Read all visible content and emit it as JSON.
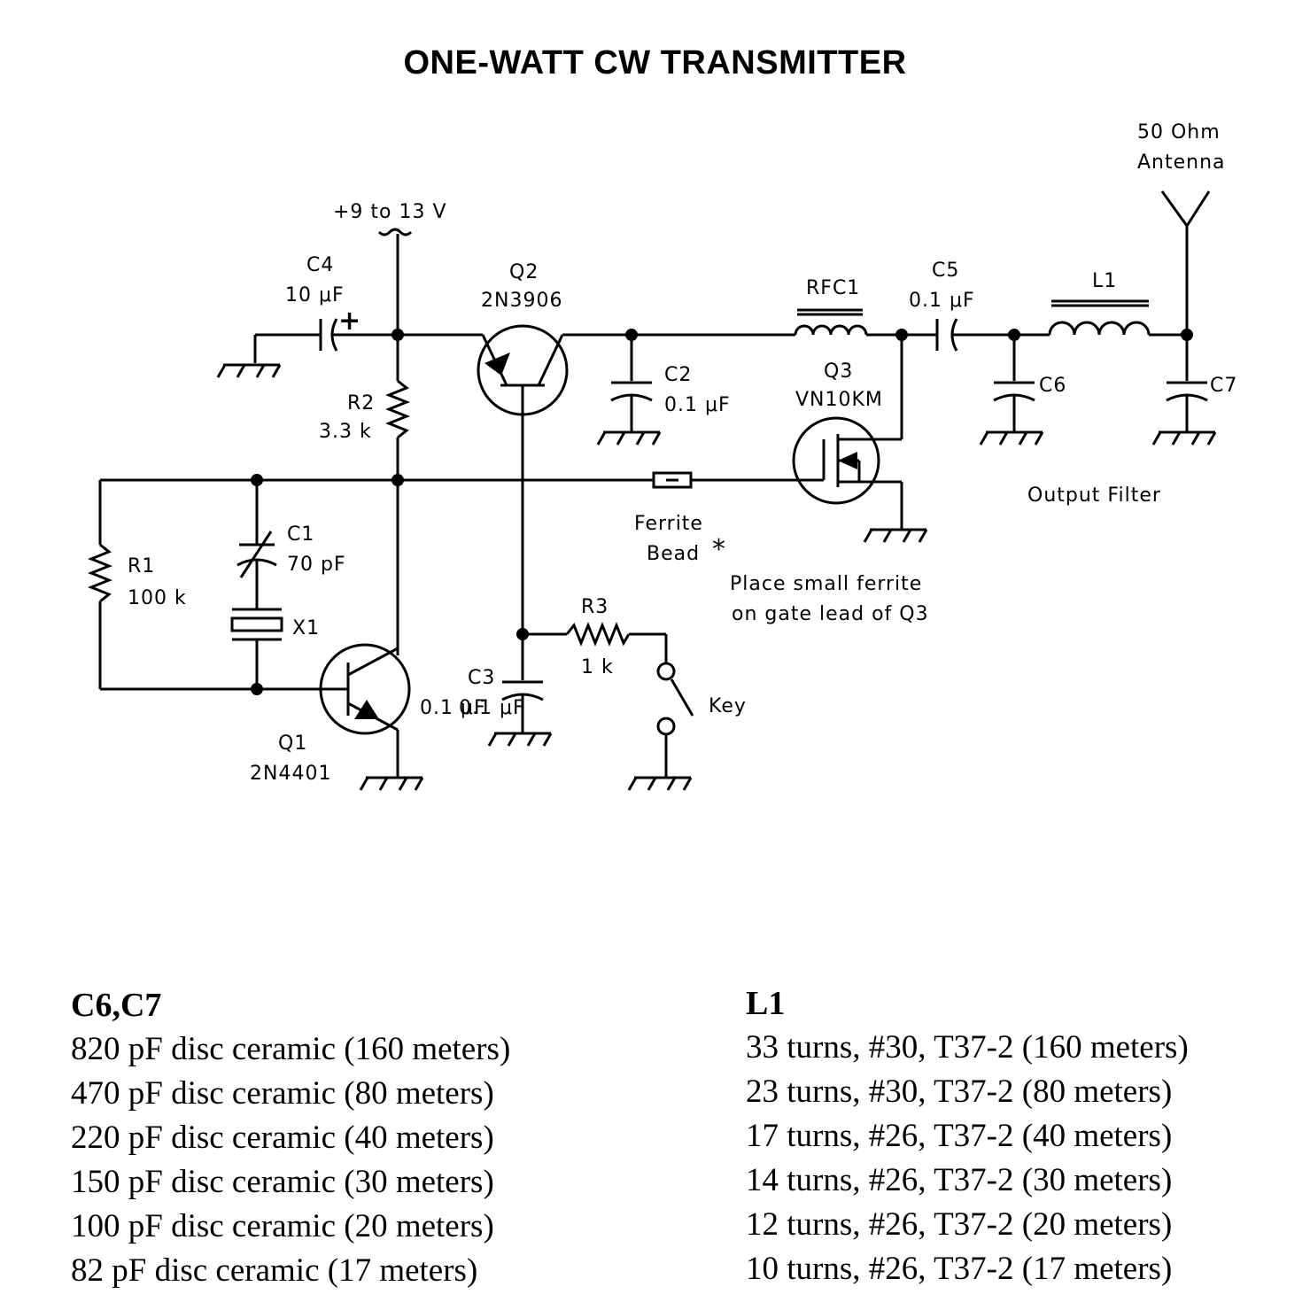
{
  "title": "ONE-WATT CW TRANSMITTER",
  "labels": {
    "supply": "+9 to 13 V",
    "antenna_1": "50 Ohm",
    "antenna_2": "Antenna",
    "c4_name": "C4",
    "c4_value": "10 μF",
    "c4_plus": "+",
    "q2_name": "Q2",
    "q2_part": "2N3906",
    "rfc1_name": "RFC1",
    "c5_name": "C5",
    "c5_value": "0.1 μF",
    "l1_name": "L1",
    "c2_name": "C2",
    "c2_value": "0.1 μF",
    "q3_name": "Q3",
    "q3_part": "VN10KM",
    "c6_name": "C6",
    "c7_name": "C7",
    "r2_name": "R2",
    "r2_value": "3.3 k",
    "output_filter": "Output Filter",
    "ferrite_1": "Ferrite",
    "ferrite_2": "Bead",
    "asterisk": "*",
    "note_1": "Place small ferrite",
    "note_2": "on gate lead of Q3",
    "c1_name": "C1",
    "c1_value": "70 pF",
    "r1_name": "R1",
    "r1_value": "100 k",
    "x1_name": "X1",
    "r3_name": "R3",
    "r3_value": "1 k",
    "c3_name": "C3",
    "c3_value": "0.1 μF",
    "q1_value": "0.1 μF",
    "key": "Key",
    "q1_name": "Q1",
    "q1_part": "2N4401"
  },
  "table_c6c7": {
    "heading": "C6,C7",
    "rows": [
      "820 pF disc ceramic (160 meters)",
      "470 pF disc ceramic (80 meters)",
      "220 pF disc ceramic (40 meters)",
      "150 pF disc ceramic (30 meters)",
      "100 pF disc ceramic (20 meters)",
      "82 pF disc ceramic (17 meters)"
    ]
  },
  "table_l1": {
    "heading": "L1",
    "rows": [
      "33 turns, #30, T37-2 (160 meters)",
      "23 turns, #30, T37-2 (80 meters)",
      "17 turns, #26, T37-2 (40 meters)",
      "14 turns, #26, T37-2 (30 meters)",
      "12 turns, #26, T37-2 (20 meters)",
      "10 turns, #26, T37-2 (17 meters)"
    ]
  }
}
